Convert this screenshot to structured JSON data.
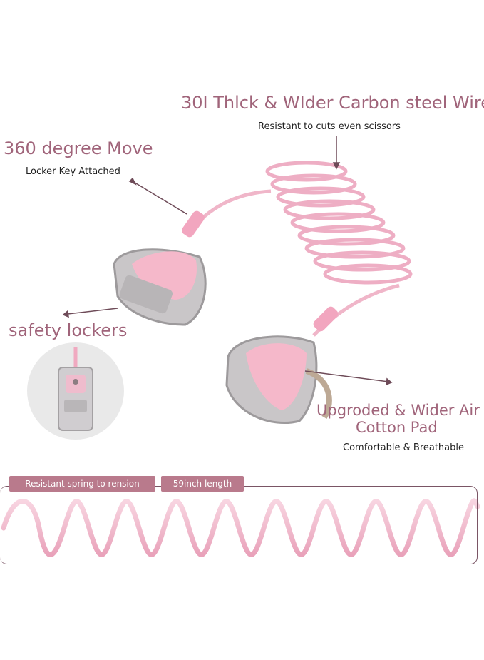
{
  "headline_wire": "30I Thlck & WIder Carbon steel Wire",
  "sub_wire": "Resistant to cuts even scissors",
  "headline_move": "360 degree Move",
  "sub_move": "Locker Key Attached",
  "headline_lockers": "safety lockers",
  "headline_pad_line1": "Upgroded & Wider Air",
  "headline_pad_line2": "Cotton Pad",
  "sub_pad": "Comfortable & Breathable",
  "tag_spring": "Resistant spring to rension",
  "tag_length": "59inch length",
  "colors": {
    "accent_text": "#a0647a",
    "tag_bg": "#b97a8c",
    "product_pink": "#f3b8cc",
    "product_grey": "#a9a6a8"
  }
}
